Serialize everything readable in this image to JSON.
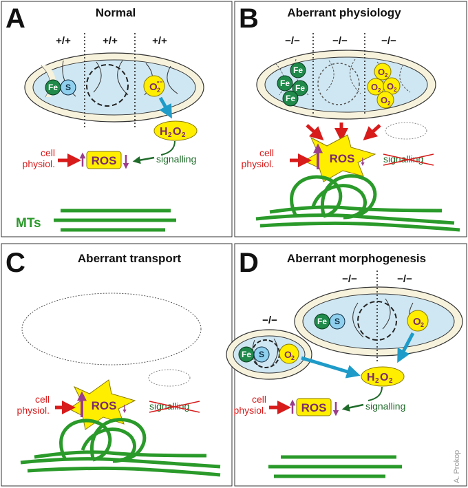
{
  "panels": {
    "a": {
      "letter": "A",
      "title": "Normal",
      "genotypes": [
        "+/+",
        "+/+",
        "+/+"
      ]
    },
    "b": {
      "letter": "B",
      "title": "Aberrant physiology",
      "genotypes": [
        "−/−",
        "−/−",
        "−/−"
      ]
    },
    "c": {
      "letter": "C",
      "title": "Aberrant transport"
    },
    "d": {
      "letter": "D",
      "title": "Aberrant morphogenesis",
      "genotypes": [
        "−/−",
        "−/−",
        "−/−"
      ]
    }
  },
  "labels": {
    "cell_line1": "cell",
    "cell_line2": "physiol.",
    "ros": "ROS",
    "signalling": "signalling",
    "h2o2_main": "H",
    "h2o2_sub1": "2",
    "h2o2_mid": "O",
    "h2o2_sub2": "2",
    "superoxide": "O",
    "superoxide_sub": "2",
    "superoxide_sup": "•−",
    "fe": "Fe",
    "s": "S",
    "mts": "MTs"
  },
  "credit": "A. Prokop",
  "colors": {
    "red": "#d81b1b",
    "green": "#1f6b2a",
    "mt_green": "#2a9a2a",
    "purple": "#7a2a6a",
    "yellow": "#ffee00",
    "blue_arrow": "#1e9bc8",
    "matrix": "#cfe7f2",
    "membrane": "#f6f2dc",
    "fe_green": "#1f8a4a",
    "s_blue": "#8fd0ee"
  }
}
